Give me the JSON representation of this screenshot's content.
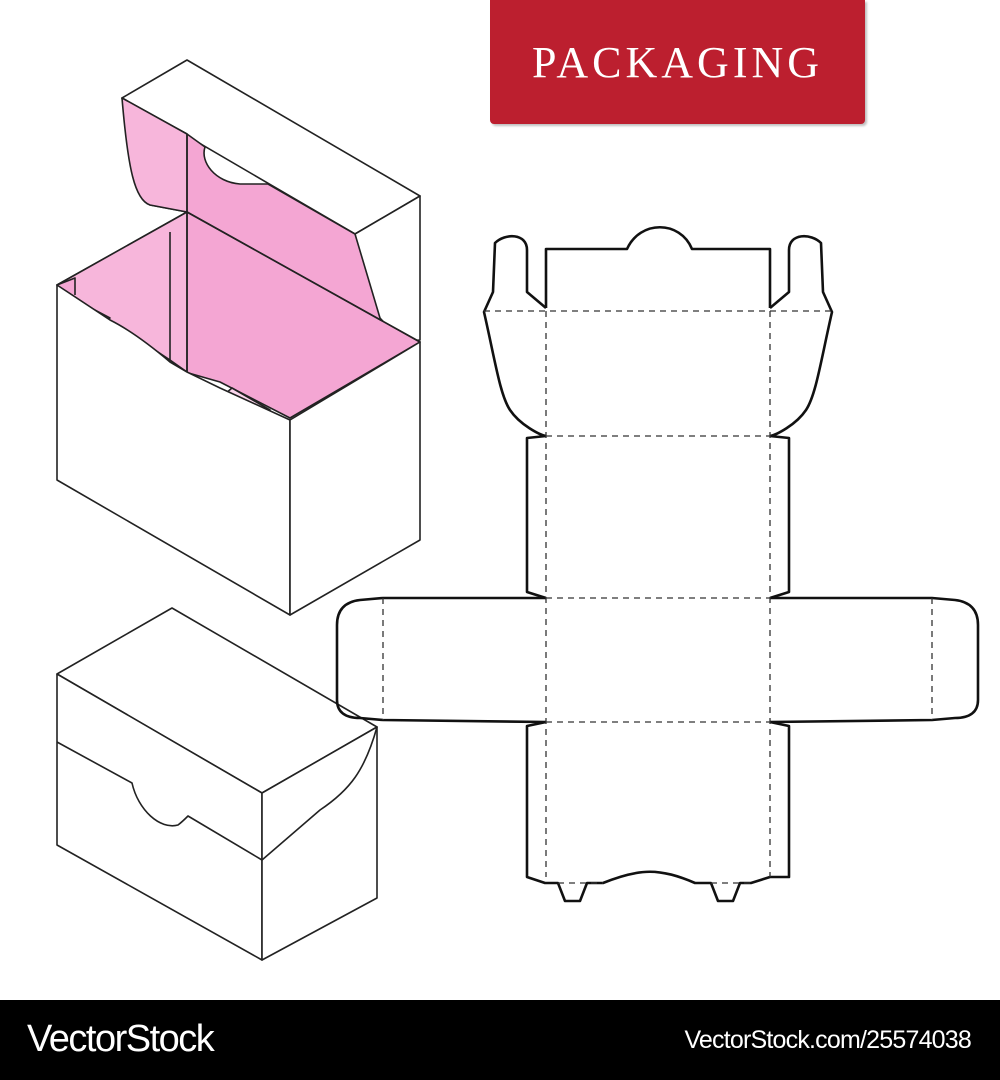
{
  "banner": {
    "title": "PACKAGING",
    "background_color": "#bc1f2f",
    "text_color": "#ffffff"
  },
  "illustration": {
    "open_box": {
      "label": "open-box-with-pink-interior",
      "interior_color": "#f4a6d3",
      "tab_color": "#fcd7ee"
    },
    "closed_box": {
      "label": "closed-box"
    },
    "dieline": {
      "label": "box-dieline-template",
      "cut_line": "solid",
      "fold_line": "dashed"
    }
  },
  "footer": {
    "brand": "VectorStock",
    "reference": "VectorStock.com/25574038"
  }
}
